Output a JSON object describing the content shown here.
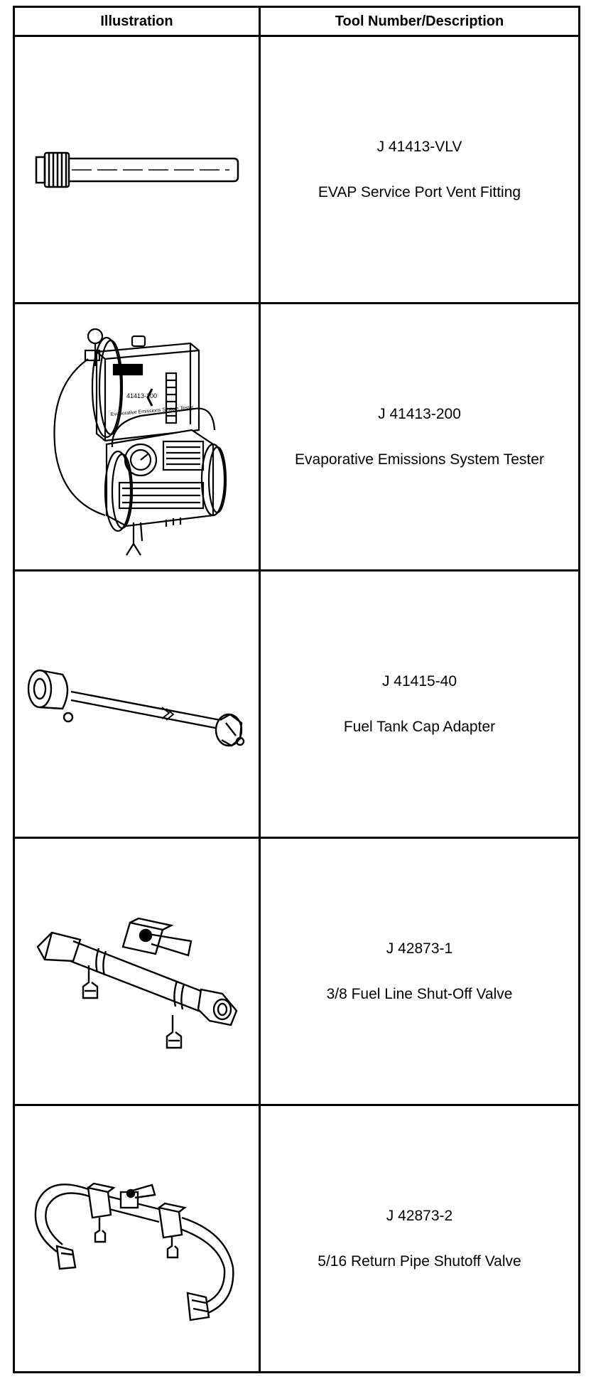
{
  "table": {
    "headers": {
      "illustration": "Illustration",
      "tool": "Tool Number/Description"
    },
    "rows": [
      {
        "number": "J 41413-VLV",
        "description": "EVAP Service Port Vent Fitting",
        "icon": "vent-fitting-icon"
      },
      {
        "number": "J 41413-200",
        "description": "Evaporative Emissions System Tester",
        "icon": "emissions-tester-icon",
        "device_labels": {
          "model": "41413-200",
          "caption": "Evaporative Emissions System Tester"
        }
      },
      {
        "number": "J 41415-40",
        "description": "Fuel Tank Cap Adapter",
        "icon": "cap-adapter-icon"
      },
      {
        "number": "J 42873-1",
        "description": "3/8 Fuel Line Shut-Off Valve",
        "icon": "shutoff-valve-icon"
      },
      {
        "number": "J 42873-2",
        "description": "5/16 Return Pipe Shutoff Valve",
        "icon": "return-valve-icon"
      }
    ]
  }
}
